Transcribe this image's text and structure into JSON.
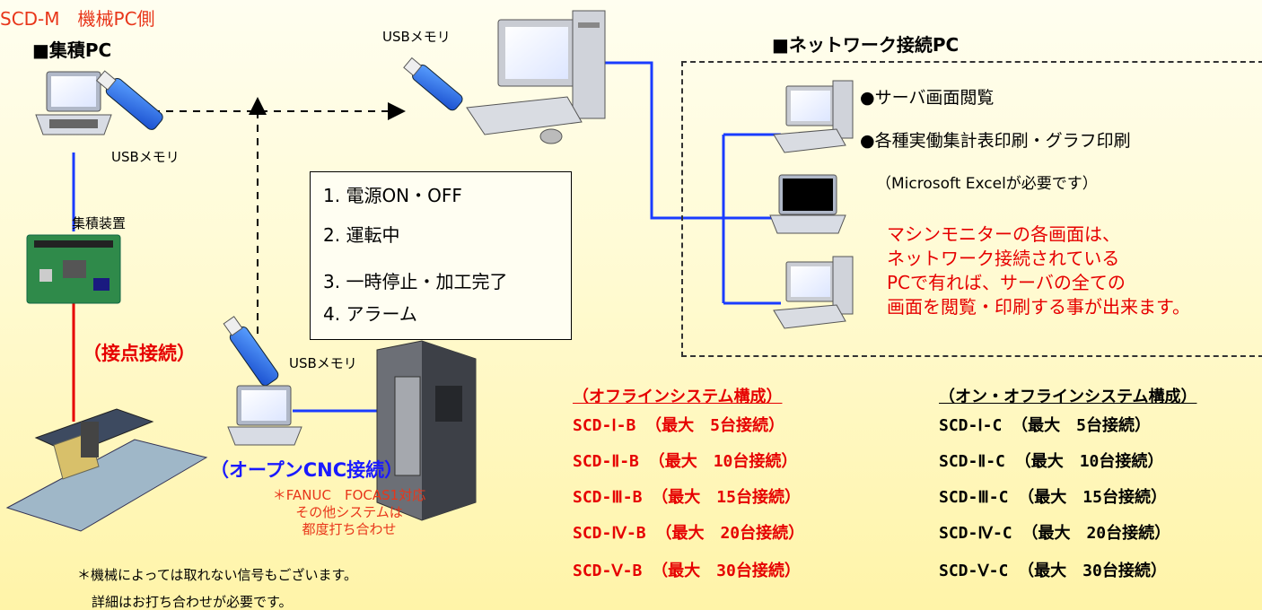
{
  "top_title": "SCD-M　機械PC側",
  "heading_left": "■集積PC",
  "usb_label_top": "USBメモリ",
  "usb_label_left": "USBメモリ",
  "usb_label_bottom": "USBメモリ",
  "collector_label": "集積装置",
  "contact_label": "（接点接続）",
  "status_items": [
    "1. 電源ON・OFF",
    "2. 運転中",
    "3. 一時停止・加工完了",
    "4. アラーム"
  ],
  "network_heading": "■ネットワーク接続PC",
  "network_bullets": [
    "●サーバ画面閲覧",
    "●各種実働集計表印刷・グラフ印刷"
  ],
  "excel_note": "（Microsoft Excelが必要です）",
  "network_note": [
    "マシンモニターの各画面は、",
    "ネットワーク接続されている",
    "PCで有れば、サーバの全ての",
    "画面を閲覧・印刷する事が出来ます。"
  ],
  "open_cnc_label": "（オープンCNC接続）",
  "fanuc_note": [
    "＊FANUC　FOCAS1対応",
    "その他システムは",
    "都度打ち合わせ"
  ],
  "machine_note": [
    "＊機械によっては取れない信号もございます。",
    "詳細はお打ち合わせが必要です。"
  ],
  "offline_heading": "（オフラインシステム構成）",
  "offline_items": [
    "SCD-Ⅰ-B （最大　5台接続）",
    "SCD-Ⅱ-B （最大　10台接続）",
    "SCD-Ⅲ-B （最大　15台接続）",
    "SCD-Ⅳ-B （最大　20台接続）",
    "SCD-Ⅴ-B （最大　30台接続）"
  ],
  "online_heading": "（オン・オフラインシステム構成）",
  "online_items": [
    "SCD-Ⅰ-C （最大　5台接続）",
    "SCD-Ⅱ-C （最大　10台接続）",
    "SCD-Ⅲ-C （最大　15台接続）",
    "SCD-Ⅳ-C （最大　20台接続）",
    "SCD-Ⅴ-C （最大　30台接続）"
  ],
  "colors": {
    "line_blue": "#1a3cff",
    "line_red": "#e60000",
    "text_red": "#e60000",
    "text_orange": "#e8361a"
  }
}
